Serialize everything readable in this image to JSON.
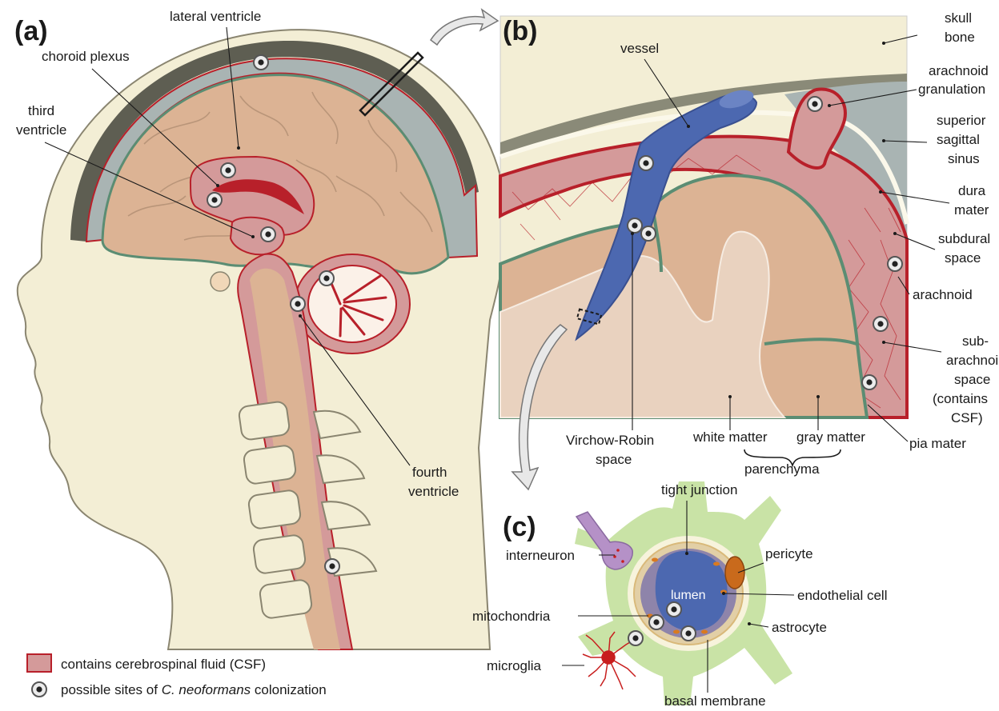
{
  "panels": {
    "a": "(a)",
    "b": "(b)",
    "c": "(c)"
  },
  "labels_a": {
    "lateral_ventricle": "lateral ventricle",
    "choroid_plexus": "choroid plexus",
    "third_ventricle_1": "third",
    "third_ventricle_2": "ventricle",
    "fourth_ventricle_1": "fourth",
    "fourth_ventricle_2": "ventricle"
  },
  "labels_b": {
    "vessel": "vessel",
    "skull_1": "skull",
    "skull_2": "bone",
    "arach_gran_1": "arachnoid",
    "arach_gran_2": "granulation",
    "sss_1": "superior",
    "sss_2": "sagittal",
    "sss_3": "sinus",
    "dura_1": "dura",
    "dura_2": "mater",
    "subdural_1": "subdural",
    "subdural_2": "space",
    "arachnoid": "arachnoid",
    "subarach_1": "sub-",
    "subarach_2": "arachnoid",
    "subarach_3": "space",
    "subarach_4": "(contains",
    "subarach_5": "CSF)",
    "pia": "pia mater",
    "vr_1": "Virchow-Robin",
    "vr_2": "space",
    "white": "white matter",
    "gray": "gray matter",
    "parenchyma": "parenchyma"
  },
  "labels_c": {
    "tight_junction": "tight junction",
    "interneuron": "interneuron",
    "pericyte": "pericyte",
    "lumen": "lumen",
    "endothelial": "endothelial cell",
    "mitochondria": "mitochondria",
    "astrocyte": "astrocyte",
    "microglia": "microglia",
    "basal_membrane": "basal membrane"
  },
  "legend": {
    "csf": "contains cerebrospinal fluid (CSF)",
    "colonization_pre": "possible sites of ",
    "colonization_species": "C. neoformans",
    "colonization_post": " colonization"
  },
  "colors": {
    "csf_fill": "#d49a9a",
    "csf_border": "#b8202a",
    "brain": "#dcb394",
    "skin": "#f3eed5",
    "skull": "#5e5e52",
    "sinus": "#a9b4b3",
    "pia": "#5b8d73",
    "vessel": "#4c68b0",
    "astrocyte": "#c9e3a6",
    "interneuron": "#b591c7",
    "microglia": "#c81e1e",
    "pericyte": "#c96a1c"
  },
  "colonization_site_icon": "circled-dot-icon"
}
